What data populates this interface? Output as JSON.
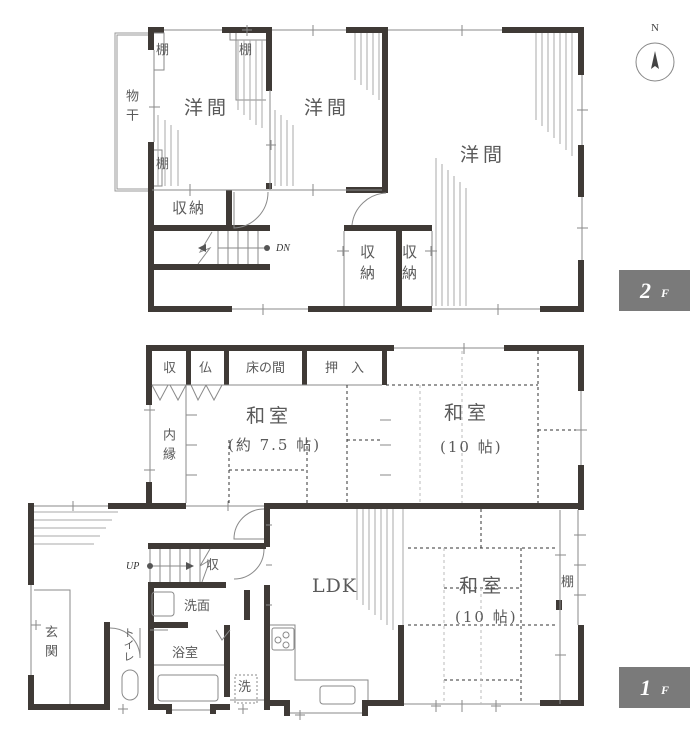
{
  "compass": {
    "label": "N"
  },
  "floors": {
    "second": {
      "badge_number": "2",
      "badge_suffix": "F",
      "rooms": {
        "west_room": "洋間",
        "middle_room": "洋間",
        "east_room": "洋間",
        "storage_hall": "収納",
        "storage_a": "収納",
        "storage_b": "収納",
        "shelf_nw": "棚",
        "shelf_n": "棚",
        "shelf_sw": "棚",
        "drying_area": "物干"
      },
      "stairs_label": "DN"
    },
    "first": {
      "badge_number": "1",
      "badge_suffix": "F",
      "rooms": {
        "closet_small": "収",
        "altar": "仏",
        "tokonoma": "床の間",
        "oshiire": "押　入",
        "washitsu_west": "和室",
        "washitsu_west_size": "(約 7.5 帖)",
        "washitsu_east": "和室",
        "washitsu_east_size": "(10 帖)",
        "inner_veranda": "内縁",
        "entrance": "玄関",
        "ldk": "LDK",
        "washitsu_south": "和室",
        "washitsu_south_size": "(10 帖)",
        "shelf_east": "棚",
        "washroom": "洗面",
        "bathroom": "浴室",
        "toilet": "トイレ",
        "laundry": "洗",
        "stair_storage": "収"
      },
      "stairs_label": "UP"
    }
  },
  "colors": {
    "wall": "#3f3a36",
    "thin_line": "#8a8a8a",
    "badge_bg": "#7a7a7a",
    "badge_text": "#ffffff"
  }
}
